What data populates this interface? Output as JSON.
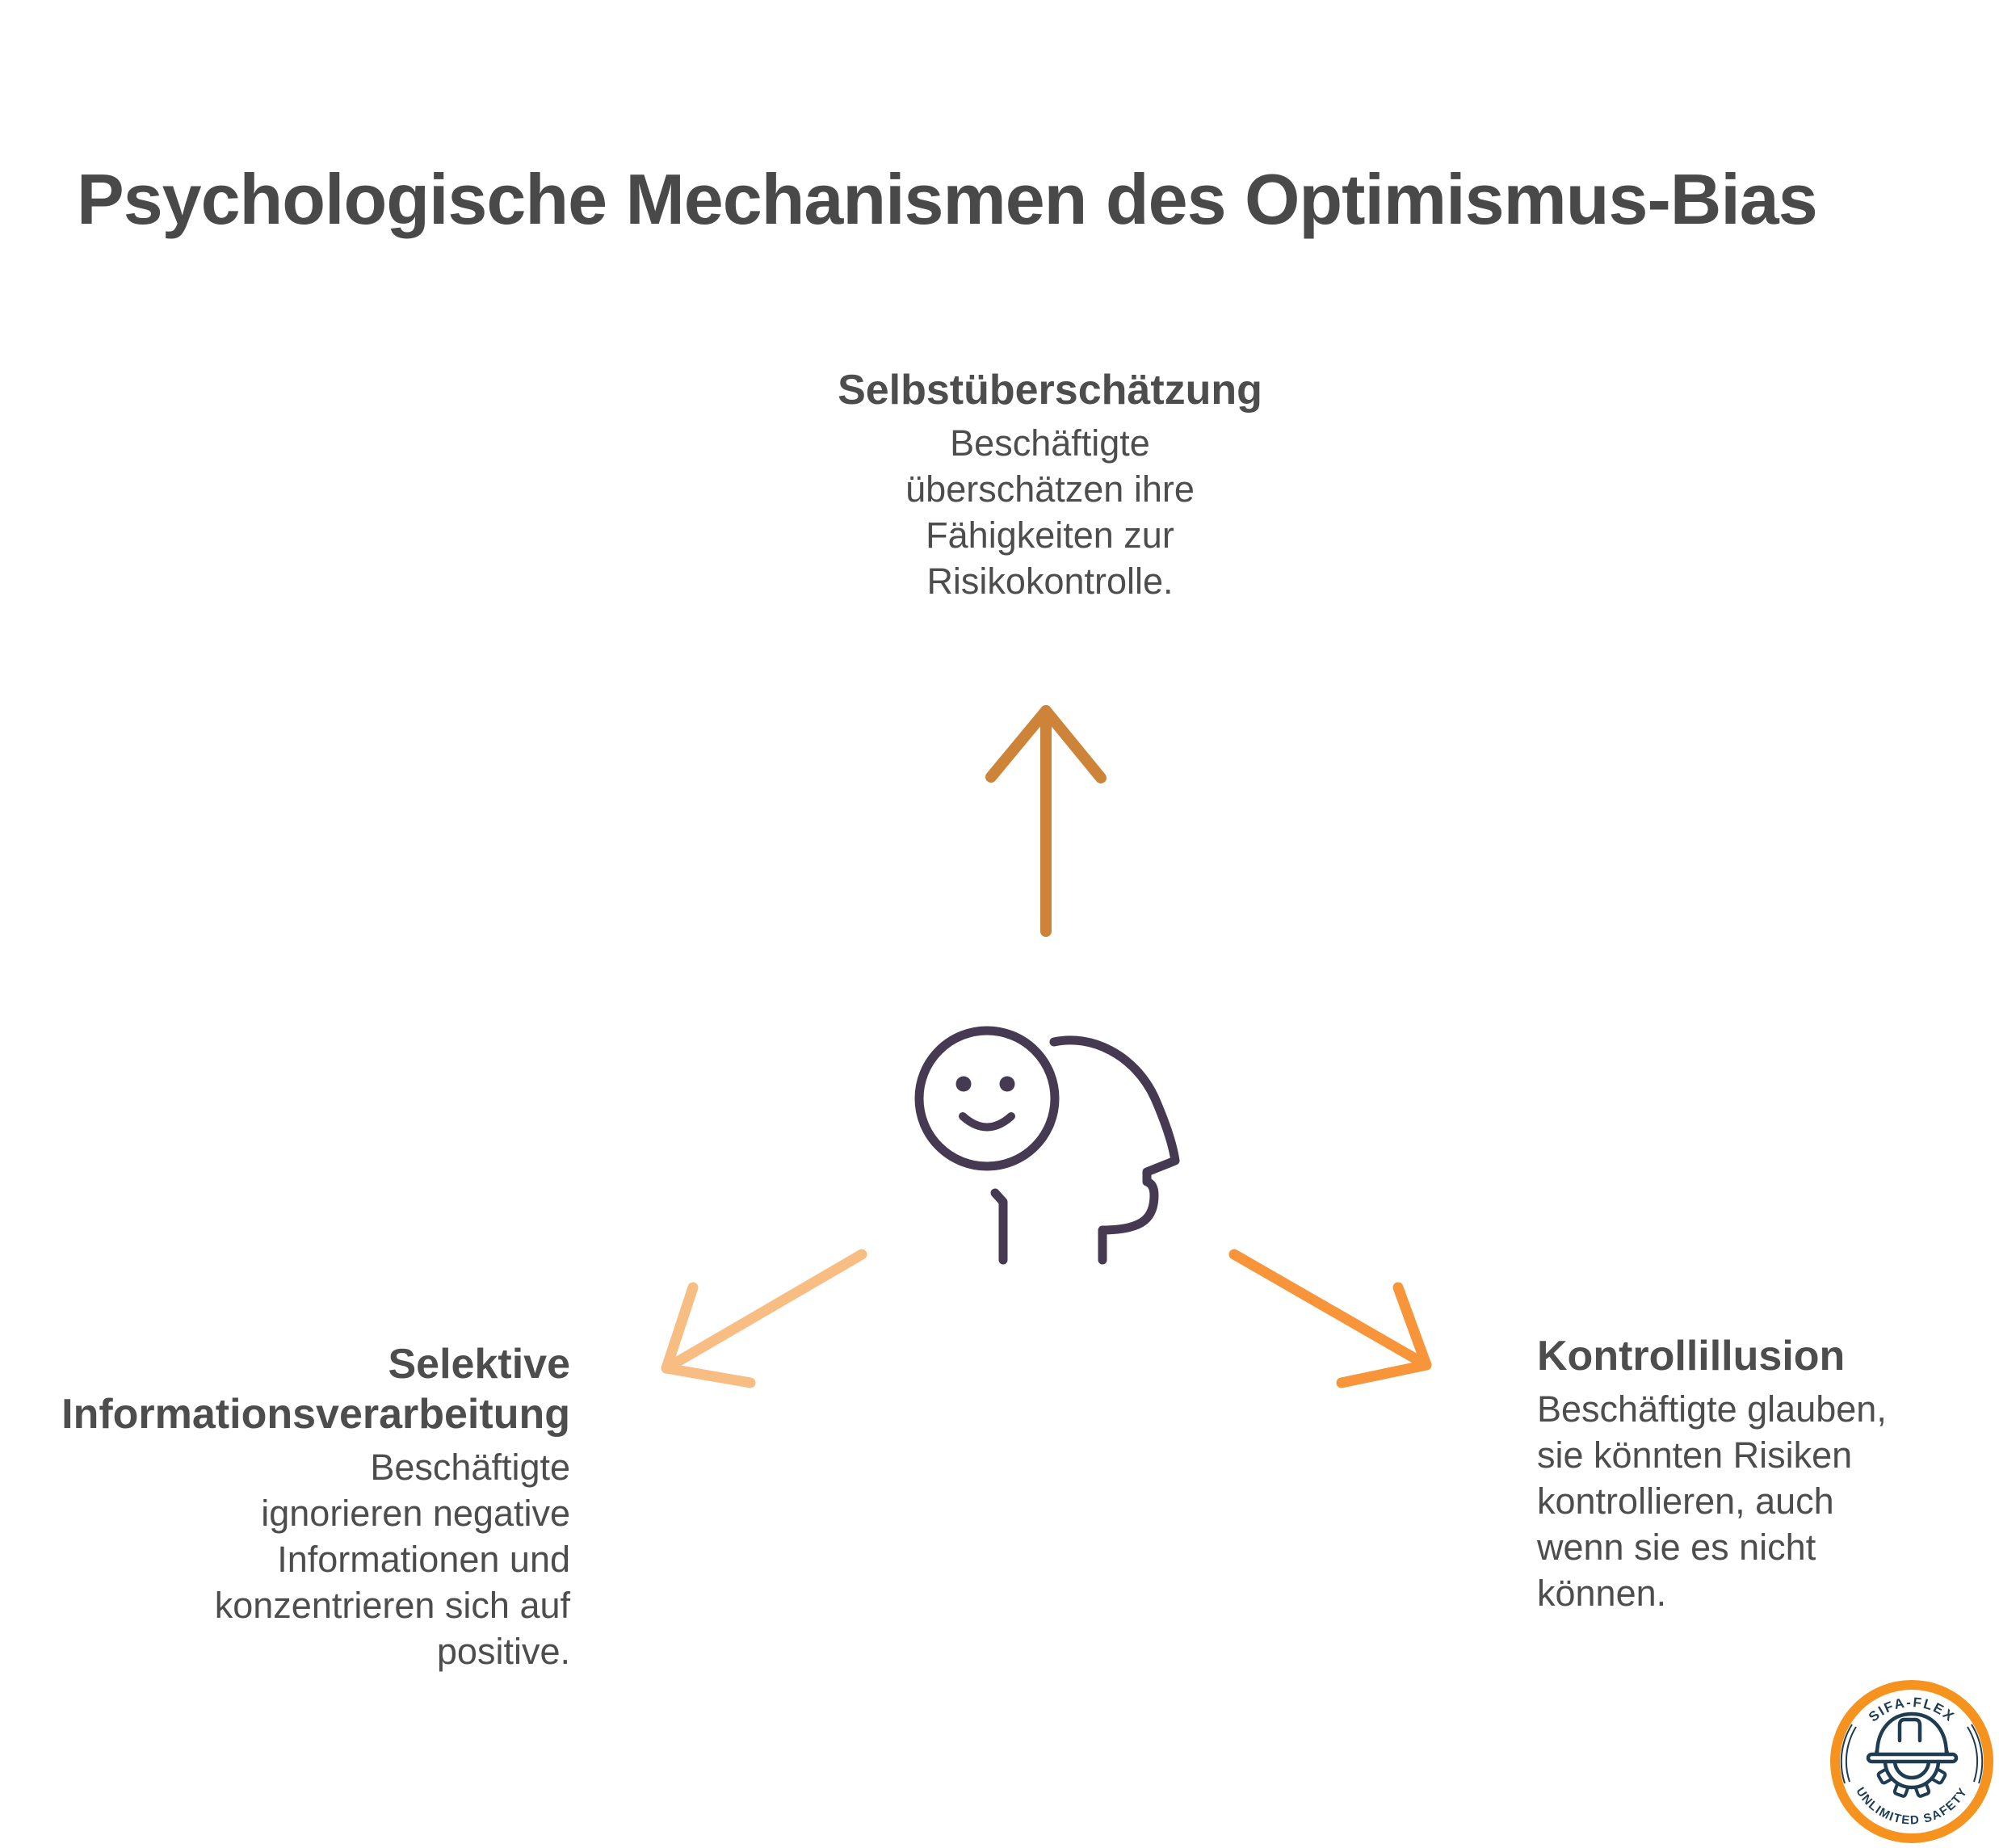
{
  "title": "Psychologische Mechanismen des Optimismus-Bias",
  "center_icon": {
    "name": "optimistic-mind-icon",
    "color": "#463a52"
  },
  "branches": {
    "top": {
      "heading": "Selbstüberschätzung",
      "body": "Beschäftigte\nüberschätzen ihre\nFähigkeiten zur\nRisikokontrolle.",
      "arrow_direction": "up",
      "arrow_color": "#cd8438"
    },
    "left": {
      "heading": "Selektive\nInformationsverarbeitung",
      "body": "Beschäftigte\nignorieren negative\nInformationen und\nkonzentrieren sich auf\npositive.",
      "arrow_direction": "down-left",
      "arrow_color": "#f8bd83"
    },
    "right": {
      "heading": "Kontrollillusion",
      "body": "Beschäftigte glauben,\nsie könnten Risiken\nkontrollieren, auch\nwenn sie es nicht\nkönnen.",
      "arrow_direction": "down-right",
      "arrow_color": "#f8953a"
    }
  },
  "logo": {
    "arc_text_top": "SIFA-FLEX",
    "arc_text_bottom": "UNLIMITED SAFETY",
    "ring_color": "#f6921e",
    "emblem_color": "#1e3c52",
    "icon": "hard-hat-gear-icon"
  },
  "colors": {
    "background": "#ffffff",
    "title_text": "#494949",
    "body_text": "#4d4d4d"
  }
}
